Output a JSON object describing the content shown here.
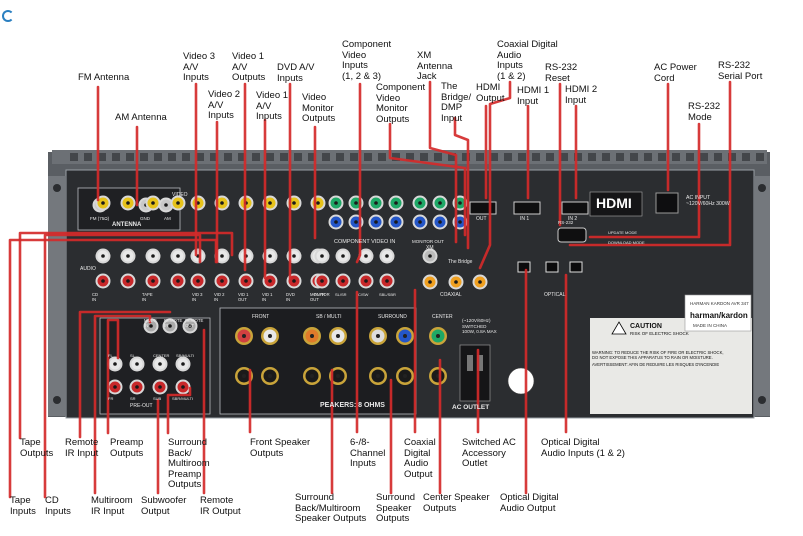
{
  "brand": {
    "hdmi_logo": "HDMI",
    "maker": "harman/kardon",
    "model": "HARMAN KARDON AVR 347",
    "made_in": "MADE IN CHINA",
    "caution_title": "CAUTION",
    "caution_sub": "RISK OF ELECTRIC SHOCK",
    "peakers_label": "PEAKERS: 8 OHMS",
    "ac_outlet": "AC OUTLET",
    "ac_input": "AC INPUT\n~120V/60Hz 300W",
    "switched": "(~120V/60Hz)\nSWITCHED\n100W, 0.8A MAX",
    "warning": "WARNING: TO REDUCE THE RISK OF FIRE OR ELECTRIC SHOCK,\nDO NOT EXPOSE THIS APPARATUS TO RAIN OR MOISTURE.",
    "avert": "AVERTISSEMENT: AFIN DE REDUIRE LES RISQUES D'INCENDIE"
  },
  "panel": {
    "antenna": "ANTENNA",
    "fm": "FM (75Ω)",
    "gnd": "GND",
    "am": "AM",
    "video": "VIDEO",
    "audio": "AUDIO",
    "component_video_in": "COMPONENT VIDEO IN",
    "monitor_out": "MONITOR OUT",
    "xm": "XM",
    "the_bridge": "The Bridge",
    "coaxial": "COAXIAL",
    "optical": "OPTICAL",
    "out": "OUT",
    "in1": "IN 1",
    "in2": "IN 2",
    "multi_in": "MULTI\nIN",
    "remote_ir": "REMOTE\nIR",
    "remote_out": "REMOTE\nOUT",
    "pre_out": "PRE-OUT",
    "front": "FRONT",
    "sbmulti": "SB / MULTI",
    "surround": "SURROUND",
    "center": "CENTER",
    "update_mode": "UPDATE MODE",
    "download_mode": "DOWNLOAD MODE",
    "rs232": "RS-232",
    "jacks": [
      "CD\nIN",
      "TAPE\nIN",
      "VID 3\nIN",
      "VID 2\nIN",
      "VID 1\nOUT",
      "VID 1\nIN",
      "DVD\nIN",
      "MONITOR\nOUT"
    ],
    "ch8": [
      "FL/FR",
      "SL/SR",
      "C/SW",
      "SBL/SBR"
    ],
    "preout": [
      "FL",
      "SL",
      "CENTER",
      "SB/MULTI",
      "FR",
      "SR",
      "SUB",
      "SBR/MULTI"
    ]
  },
  "callouts": [
    {
      "id": "fm-antenna",
      "text": "FM Antenna"
    },
    {
      "id": "am-antenna",
      "text": "AM Antenna"
    },
    {
      "id": "video3-av-inputs",
      "text": "Video 3\nA/V\nInputs"
    },
    {
      "id": "video2-av-inputs",
      "text": "Video 2\nA/V\nInputs"
    },
    {
      "id": "video1-av-outputs",
      "text": "Video 1\nA/V\nOutputs"
    },
    {
      "id": "video1-av-inputs",
      "text": "Video 1\nA/V\nInputs"
    },
    {
      "id": "dvd-av-inputs",
      "text": "DVD A/V\nInputs"
    },
    {
      "id": "video-monitor-outputs",
      "text": "Video\nMonitor\nOutputs"
    },
    {
      "id": "component-video-inputs",
      "text": "Component\nVideo\nInputs\n(1, 2 & 3)"
    },
    {
      "id": "component-video-monitor-outputs",
      "text": "Component\nVideo\nMonitor\nOutputs"
    },
    {
      "id": "xm-antenna-jack",
      "text": "XM\nAntenna\nJack"
    },
    {
      "id": "bridge-dmp-input",
      "text": "The\nBridge/\nDMP\nInput"
    },
    {
      "id": "hdmi-output",
      "text": "HDMI\nOutput"
    },
    {
      "id": "coaxial-digital-audio-inputs",
      "text": "Coaxial Digital\nAudio\nInputs\n(1 & 2)"
    },
    {
      "id": "hdmi1-input",
      "text": "HDMI 1\nInput"
    },
    {
      "id": "rs232-reset",
      "text": "RS-232\nReset"
    },
    {
      "id": "hdmi2-input",
      "text": "HDMI 2\nInput"
    },
    {
      "id": "ac-power-cord",
      "text": "AC Power\nCord"
    },
    {
      "id": "rs232-serial-port",
      "text": "RS-232\nSerial Port"
    },
    {
      "id": "rs232-mode",
      "text": "RS-232\nMode"
    },
    {
      "id": "tape-outputs",
      "text": "Tape\nOutputs"
    },
    {
      "id": "remote-ir-input",
      "text": "Remote\nIR Input"
    },
    {
      "id": "preamp-outputs",
      "text": "Preamp\nOutputs"
    },
    {
      "id": "surround-back-multiroom-preamp-outputs",
      "text": "Surround\nBack/\nMultiroom\nPreamp\nOutputs"
    },
    {
      "id": "front-speaker-outputs",
      "text": "Front Speaker\nOutputs"
    },
    {
      "id": "six-eight-channel-inputs",
      "text": "6-/8-\nChannel\nInputs"
    },
    {
      "id": "coaxial-digital-audio-output",
      "text": "Coaxial\nDigital\nAudio\nOutput"
    },
    {
      "id": "switched-ac-accessory-outlet",
      "text": "Switched AC\nAccessory\nOutlet"
    },
    {
      "id": "optical-digital-audio-inputs",
      "text": "Optical Digital\nAudio Inputs (1 & 2)"
    },
    {
      "id": "tape-inputs",
      "text": "Tape\nInputs"
    },
    {
      "id": "cd-inputs",
      "text": "CD\nInputs"
    },
    {
      "id": "multiroom-ir-input",
      "text": "Multiroom\nIR Input"
    },
    {
      "id": "subwoofer-output",
      "text": "Subwoofer\nOutput"
    },
    {
      "id": "remote-ir-output",
      "text": "Remote\nIR Output"
    },
    {
      "id": "surround-back-multiroom-speaker-outputs",
      "text": "Surround\nBack/Multiroom\nSpeaker Outputs"
    },
    {
      "id": "surround-speaker-outputs",
      "text": "Surround\nSpeaker\nOutputs"
    },
    {
      "id": "center-speaker-outputs",
      "text": "Center Speaker\nOutputs"
    },
    {
      "id": "optical-digital-audio-output",
      "text": "Optical Digital\nAudio Output"
    }
  ],
  "colors": {
    "leader": "#d42a2a",
    "chassis": "#4a4d52",
    "panel": "#2b2d30",
    "jack_red": "#c8282a",
    "jack_white": "#e8e8e8",
    "jack_yellow": "#e6c21a",
    "jack_green": "#1ea866",
    "jack_blue": "#2456c8",
    "gold": "#c9a43a"
  }
}
